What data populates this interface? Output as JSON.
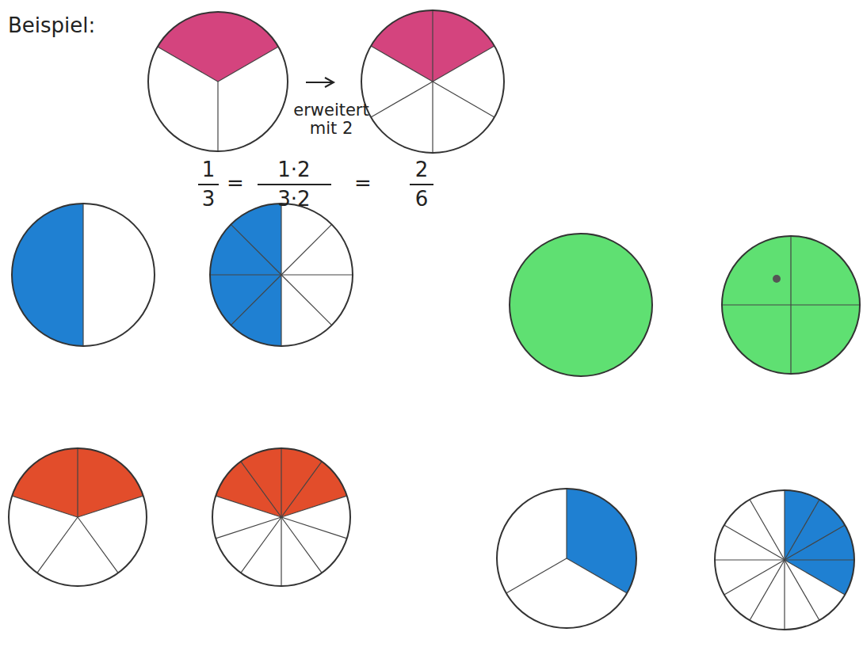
{
  "diagram": {
    "labels": [
      "Beispiel:",
      "erweitert mit 2",
      "1",
      "3",
      "=",
      "1·2",
      "3·2",
      "=",
      "2",
      "6"
    ]
  }
}
